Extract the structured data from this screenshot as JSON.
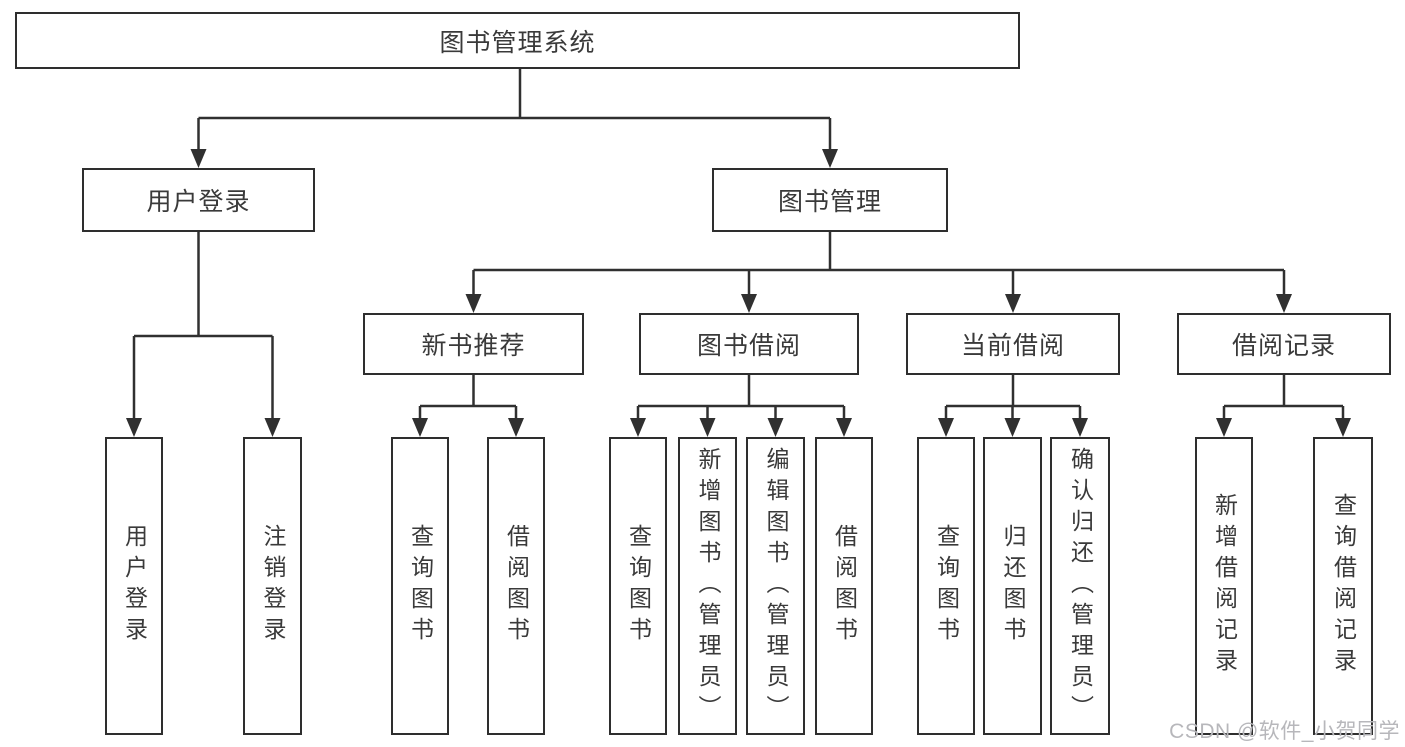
{
  "tree": {
    "label": "图书管理系统",
    "children": [
      {
        "label": "用户登录",
        "children": [
          {
            "label": "用户登录"
          },
          {
            "label": "注销登录"
          }
        ]
      },
      {
        "label": "图书管理",
        "children": [
          {
            "label": "新书推荐",
            "children": [
              {
                "label": "查询图书"
              },
              {
                "label": "借阅图书"
              }
            ]
          },
          {
            "label": "图书借阅",
            "children": [
              {
                "label": "查询图书"
              },
              {
                "label": "新增图书（管理员）"
              },
              {
                "label": "编辑图书（管理员）"
              },
              {
                "label": "借阅图书"
              }
            ]
          },
          {
            "label": "当前借阅",
            "children": [
              {
                "label": "查询图书"
              },
              {
                "label": "归还图书"
              },
              {
                "label": "确认归还（管理员）"
              }
            ]
          },
          {
            "label": "借阅记录",
            "children": [
              {
                "label": "新增借阅记录"
              },
              {
                "label": "查询借阅记录"
              }
            ]
          }
        ]
      }
    ]
  },
  "watermark": {
    "text": "CSDN @软件_小贺同学"
  },
  "colors": {
    "line": "#303030",
    "box_border": "#2e2e2e",
    "text": "#3a3a3a",
    "watermark": "#b7b7bb",
    "background": "#ffffff"
  }
}
